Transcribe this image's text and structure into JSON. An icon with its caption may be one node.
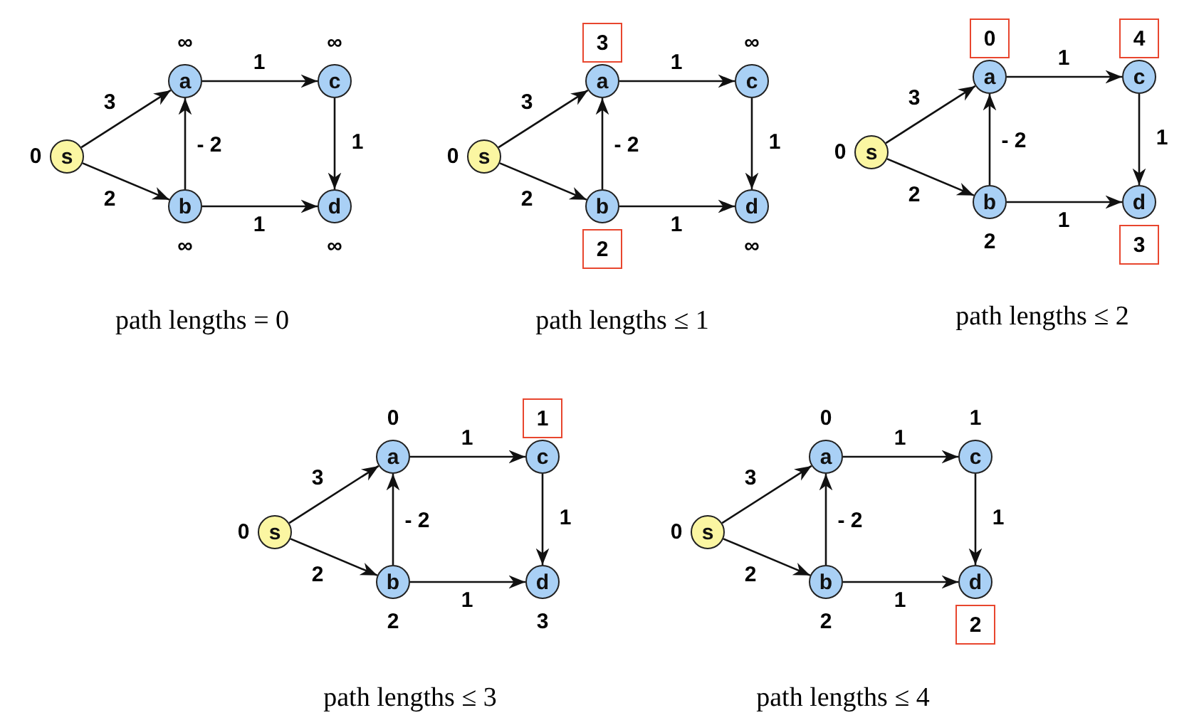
{
  "diagram": {
    "nodes": [
      {
        "text": [
          "s"
        ],
        "beside": [
          "0"
        ]
      },
      {
        "text": [
          "a"
        ],
        "beside": [
          "∞"
        ]
      },
      {
        "text": [
          "b"
        ],
        "beside": [
          "∞"
        ]
      },
      {
        "text": [
          "c"
        ],
        "beside": [
          "∞"
        ]
      },
      {
        "text": [
          "d"
        ],
        "beside": [
          "∞"
        ]
      },
      {
        "text": [
          "s"
        ],
        "beside": [
          "0"
        ]
      },
      {
        "text": [
          "a"
        ]
      },
      {
        "text": [
          "b"
        ]
      },
      {
        "text": [
          "c"
        ],
        "beside": [
          "∞"
        ]
      },
      {
        "text": [
          "d"
        ],
        "beside": [
          "∞"
        ]
      },
      {
        "text": [
          "3"
        ]
      },
      {
        "text": [
          "2"
        ]
      },
      {
        "text": [
          "s"
        ],
        "beside": [
          "0"
        ]
      },
      {
        "text": [
          "a"
        ]
      },
      {
        "text": [
          "b"
        ],
        "beside": [
          "2"
        ]
      },
      {
        "text": [
          "c"
        ]
      },
      {
        "text": [
          "d"
        ]
      },
      {
        "text": [
          "0"
        ]
      },
      {
        "text": [
          "4"
        ]
      },
      {
        "text": [
          "3"
        ]
      },
      {
        "text": [
          "s"
        ],
        "beside": [
          "0"
        ]
      },
      {
        "text": [
          "a"
        ],
        "beside": [
          "0"
        ]
      },
      {
        "text": [
          "b"
        ],
        "beside": [
          "2"
        ]
      },
      {
        "text": [
          "c"
        ]
      },
      {
        "text": [
          "d"
        ],
        "beside": [
          "3"
        ]
      },
      {
        "text": [
          "1"
        ]
      },
      {
        "text": [
          "s"
        ],
        "beside": [
          "0"
        ]
      },
      {
        "text": [
          "a"
        ],
        "beside": [
          "0"
        ]
      },
      {
        "text": [
          "b"
        ],
        "beside": [
          "2"
        ]
      },
      {
        "text": [
          "c"
        ],
        "beside": [
          "1"
        ]
      },
      {
        "text": [
          "d"
        ]
      },
      {
        "text": [
          "2"
        ]
      }
    ],
    "edges": [
      {
        "from": 0,
        "to": 1,
        "arrow": "to",
        "label": "3"
      },
      {
        "from": 0,
        "to": 2,
        "arrow": "to",
        "label": "2"
      },
      {
        "from": 2,
        "to": 1,
        "arrow": "to",
        "label": "- 2"
      },
      {
        "from": 1,
        "to": 3,
        "arrow": "to",
        "label": "1"
      },
      {
        "from": 3,
        "to": 4,
        "arrow": "to",
        "label": "1"
      },
      {
        "from": 2,
        "to": 4,
        "arrow": "to",
        "label": "1"
      },
      {
        "from": 5,
        "to": 6,
        "arrow": "to",
        "label": "3"
      },
      {
        "from": 5,
        "to": 7,
        "arrow": "to",
        "label": "2"
      },
      {
        "from": 7,
        "to": 6,
        "arrow": "to",
        "label": "- 2"
      },
      {
        "from": 6,
        "to": 8,
        "arrow": "to",
        "label": "1"
      },
      {
        "from": 8,
        "to": 9,
        "arrow": "to",
        "label": "1"
      },
      {
        "from": 7,
        "to": 9,
        "arrow": "to",
        "label": "1"
      },
      {
        "from": 12,
        "to": 13,
        "arrow": "to",
        "label": "3"
      },
      {
        "from": 12,
        "to": 14,
        "arrow": "to",
        "label": "2"
      },
      {
        "from": 14,
        "to": 13,
        "arrow": "to",
        "label": "- 2"
      },
      {
        "from": 13,
        "to": 15,
        "arrow": "to",
        "label": "1"
      },
      {
        "from": 15,
        "to": 16,
        "arrow": "to",
        "label": "1"
      },
      {
        "from": 14,
        "to": 16,
        "arrow": "to",
        "label": "1"
      },
      {
        "from": 20,
        "to": 21,
        "arrow": "to",
        "label": "3"
      },
      {
        "from": 20,
        "to": 22,
        "arrow": "to",
        "label": "2"
      },
      {
        "from": 22,
        "to": 21,
        "arrow": "to",
        "label": "- 2"
      },
      {
        "from": 21,
        "to": 23,
        "arrow": "to",
        "label": "1"
      },
      {
        "from": 23,
        "to": 24,
        "arrow": "to",
        "label": "1"
      },
      {
        "from": 22,
        "to": 24,
        "arrow": "to",
        "label": "1"
      },
      {
        "from": 26,
        "to": 27,
        "arrow": "to",
        "label": "3"
      },
      {
        "from": 26,
        "to": 28,
        "arrow": "to",
        "label": "2"
      },
      {
        "from": 28,
        "to": 27,
        "arrow": "to",
        "label": "- 2"
      },
      {
        "from": 27,
        "to": 29,
        "arrow": "to",
        "label": "1"
      },
      {
        "from": 29,
        "to": 30,
        "arrow": "to",
        "label": "1"
      },
      {
        "from": 28,
        "to": 30,
        "arrow": "to",
        "label": "1"
      }
    ],
    "labels": [
      "path lengths = 0",
      "path lengths ≤ 1",
      "path lengths ≤ 2",
      "path lengths ≤ 3",
      "path lengths ≤ 4"
    ]
  }
}
